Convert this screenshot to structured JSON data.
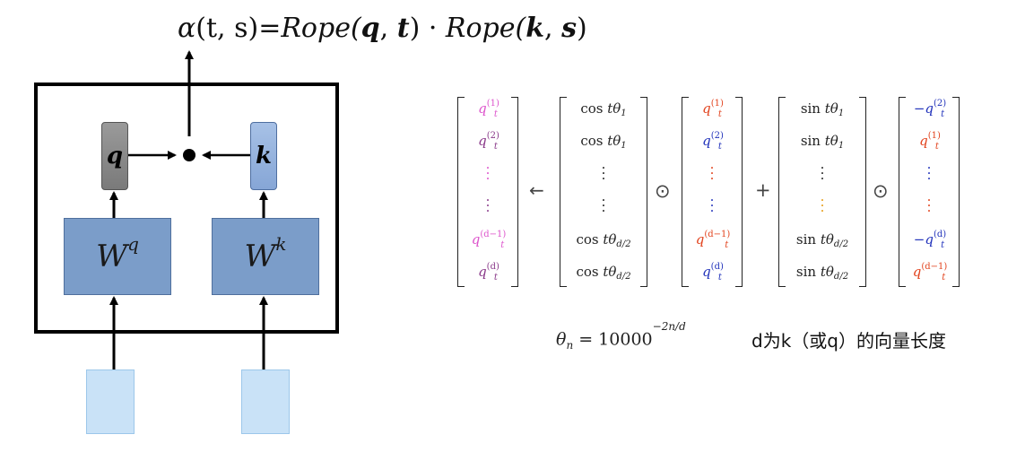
{
  "colors": {
    "pink": "#dd55cc",
    "purple": "#8a3a8a",
    "red": "#e2441f",
    "blue": "#2233bb",
    "orange": "#e69a10",
    "gray": "#444444",
    "qbox": "#8a8a8a",
    "kbox": "#97b3de",
    "wbox": "#7b9dc9",
    "input": "#c9e2f7"
  },
  "formula": {
    "alpha": "α",
    "args_left": "(t, s)=",
    "rope1": "Rope(",
    "q": "q",
    "comma1": ", ",
    "t": "t",
    "close1": ")",
    "dot": " · ",
    "rope2": "Rope(",
    "k": "k",
    "comma2": ", ",
    "s": "s",
    "close2": ")"
  },
  "diagram": {
    "q_label": "q",
    "k_label": "k",
    "wq_base": "W",
    "wq_sup": "q",
    "wk_base": "W",
    "wk_sup": "k"
  },
  "matrix": {
    "out_col": [
      {
        "b": "q",
        "s": "t",
        "p": "(1)",
        "c": "pink"
      },
      {
        "b": "q",
        "s": "t",
        "p": "(2)",
        "c": "purple"
      },
      {
        "dots": true,
        "c": "pink"
      },
      {
        "dots": true,
        "c": "purple"
      },
      {
        "b": "q",
        "s": "t",
        "p": "(d−1)",
        "c": "pink"
      },
      {
        "b": "q",
        "s": "t",
        "p": "(d)",
        "c": "purple"
      }
    ],
    "cos_col": [
      {
        "f": "cos",
        "v": "t",
        "th": "θ",
        "s": "1"
      },
      {
        "f": "cos",
        "v": "t",
        "th": "θ",
        "s": "1"
      },
      {
        "dots": true
      },
      {
        "dots": true
      },
      {
        "f": "cos",
        "v": "t",
        "th": "θ",
        "s": "d/2"
      },
      {
        "f": "cos",
        "v": "t",
        "th": "θ",
        "s": "d/2"
      }
    ],
    "q_col": [
      {
        "b": "q",
        "s": "t",
        "p": "(1)",
        "c": "red"
      },
      {
        "b": "q",
        "s": "t",
        "p": "(2)",
        "c": "blue"
      },
      {
        "dots": true,
        "c": "red"
      },
      {
        "dots": true,
        "c": "blue"
      },
      {
        "b": "q",
        "s": "t",
        "p": "(d−1)",
        "c": "red"
      },
      {
        "b": "q",
        "s": "t",
        "p": "(d)",
        "c": "blue"
      }
    ],
    "sin_col": [
      {
        "f": "sin",
        "v": "t",
        "th": "θ",
        "s": "1"
      },
      {
        "f": "sin",
        "v": "t",
        "th": "θ",
        "s": "1"
      },
      {
        "dots": true
      },
      {
        "dots": true,
        "c": "orange"
      },
      {
        "f": "sin",
        "v": "t",
        "th": "θ",
        "s": "d/2"
      },
      {
        "f": "sin",
        "v": "t",
        "th": "θ",
        "s": "d/2"
      }
    ],
    "rot_col": [
      {
        "b": "−q",
        "s": "t",
        "p": "(2)",
        "c": "blue"
      },
      {
        "b": "q",
        "s": "t",
        "p": "(1)",
        "c": "red"
      },
      {
        "dots": true,
        "c": "blue"
      },
      {
        "dots": true,
        "c": "red"
      },
      {
        "b": "−q",
        "s": "t",
        "p": "(d)",
        "c": "blue"
      },
      {
        "b": "q",
        "s": "t",
        "p": "(d−1)",
        "c": "red"
      }
    ],
    "op_arrow": "←",
    "op_hadamard": "⊙",
    "op_plus": "+"
  },
  "theta_formula": {
    "theta": "θ",
    "sub": "n",
    "eq": " = 10000",
    "sup": "−2n/d"
  },
  "note": "d为k（或q）的向量长度"
}
